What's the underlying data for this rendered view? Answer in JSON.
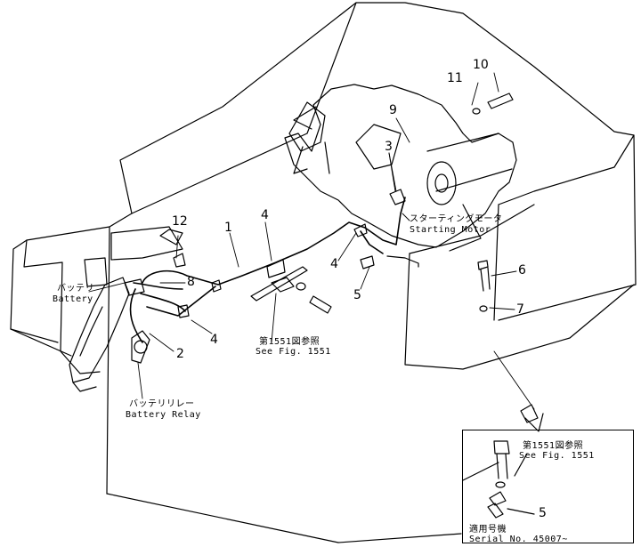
{
  "callouts": [
    "1",
    "2",
    "3",
    "4",
    "4",
    "4",
    "5",
    "6",
    "7",
    "8",
    "9",
    "10",
    "11",
    "12",
    "5"
  ],
  "labels": {
    "battery_jp": "バッテリ",
    "battery_en": "Battery",
    "relay_jp": "バッテリリレー",
    "relay_en": "Battery  Relay",
    "starter_jp": "スターティングモータ",
    "starter_en": "Starting  Motor",
    "see_fig_jp": "第1551図参照",
    "see_fig_en": "See  Fig.  1551",
    "inset_see_fig_jp": "第1551図参照",
    "inset_see_fig_en": "See  Fig.  1551",
    "serial_jp": "適用号機",
    "serial_en": "Serial  No.  45007~"
  },
  "colors": {
    "line": "#000000",
    "background": "#ffffff"
  }
}
